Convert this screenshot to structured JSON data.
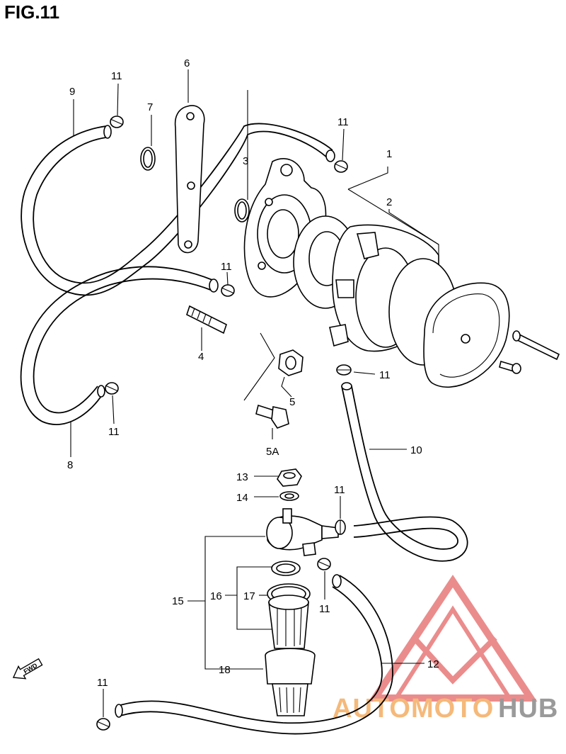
{
  "figure_title": "FIG.11",
  "fwd_label": "FWD",
  "watermark": {
    "text_a": "AUTOMOTO",
    "text_b": "HUB",
    "color_a": "#f5b97a",
    "color_b": "#9a9a9a",
    "logo_color": "#e87878"
  },
  "callouts": {
    "c1": "1",
    "c2": "2",
    "c3": "3",
    "c4": "4",
    "c5": "5",
    "c5a": "5A",
    "c6": "6",
    "c7": "7",
    "c8": "8",
    "c9": "9",
    "c10": "10",
    "c11a": "11",
    "c11b": "11",
    "c11c": "11",
    "c11d": "11",
    "c11e": "11",
    "c11f": "11",
    "c11g": "11",
    "c11h": "11",
    "c12": "12",
    "c13": "13",
    "c14": "14",
    "c15": "15",
    "c16": "16",
    "c17": "17",
    "c18": "18"
  }
}
